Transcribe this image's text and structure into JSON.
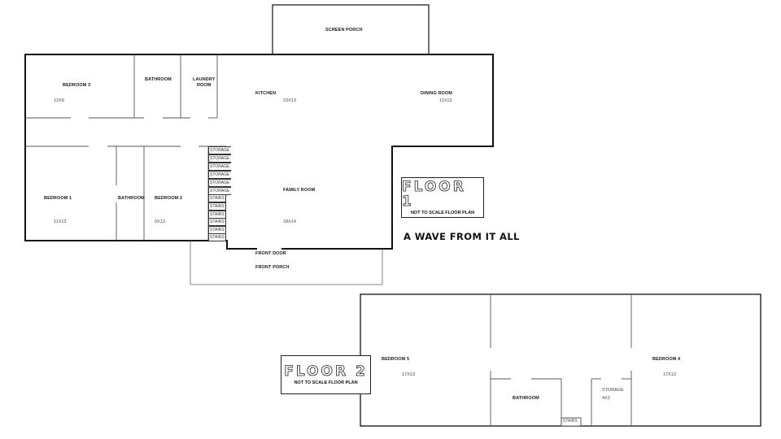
{
  "floor1": {
    "title": "FLOOR 1",
    "subtitle": "NOT TO SCALE FLOOR PLAN",
    "rooms": {
      "screen_porch": {
        "label": "SCREEN PORCH"
      },
      "bedroom3": {
        "label": "BEDROOM 3",
        "size": "12X9"
      },
      "bathroom_top": {
        "label": "BATHROOM"
      },
      "laundry": {
        "label": "LAUNDRY\nROOM",
        "label_line1": "LAUNDRY",
        "label_line2": "ROOM"
      },
      "kitchen": {
        "label": "KITCHEN",
        "size": "23X13"
      },
      "dining": {
        "label": "DINING ROOM",
        "size": "11X13"
      },
      "bedroom1": {
        "label": "BEDROOM 1",
        "size": "11X13"
      },
      "bathroom_mid": {
        "label": "BATHROOM"
      },
      "bedroom2": {
        "label": "BEDROOM 2",
        "size": "9X13"
      },
      "family": {
        "label": "FAMILY ROOM",
        "size": "18X14"
      },
      "front_door": {
        "label": "FRONT DOOR"
      },
      "front_porch": {
        "label": "FRONT PORCH"
      }
    },
    "storage_cells": [
      "STORAGE",
      "STORAGE",
      "STORAGE",
      "STORAGE",
      "STORAGE",
      "STORAGE"
    ],
    "stairs_cells": [
      "STAIRS",
      "STAIRS",
      "STAIRS",
      "STAIRS",
      "STAIRS",
      "STAIRS"
    ]
  },
  "tagline": "A WAVE FROM IT ALL",
  "floor2": {
    "title": "FLOOR 2",
    "subtitle": "NOT TO SCALE FLOOR PLAN",
    "rooms": {
      "bedroom5": {
        "label": "BEDROOM 5",
        "size": "17X13"
      },
      "bedroom4": {
        "label": "BEDROOM 4",
        "size": "17X13"
      },
      "bathroom": {
        "label": "BATHROOM"
      },
      "storage": {
        "label": "STORAGE",
        "size": "4X2"
      },
      "stairs": {
        "label": "STAIRS"
      }
    }
  },
  "colors": {
    "wall": "#111111",
    "inner_wall": "#555555",
    "background": "#ffffff"
  }
}
